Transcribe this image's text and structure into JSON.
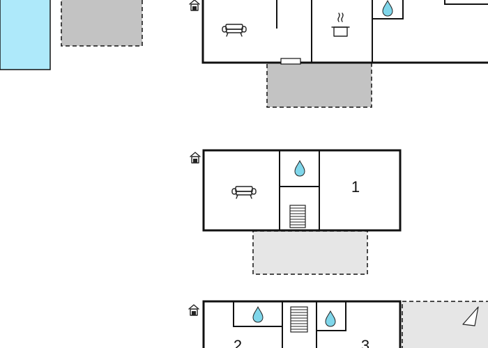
{
  "colors": {
    "pool": "#aee9fa",
    "terrace": "#c3c3c3",
    "terrace_light": "#e6e6e6",
    "wall": "#111111",
    "water_drop": "#7fd6ea"
  },
  "floors": [
    {
      "name": "top-floor",
      "rooms": []
    },
    {
      "name": "middle-floor",
      "rooms": [
        {
          "label": "1"
        }
      ]
    },
    {
      "name": "bottom-floor",
      "rooms": [
        {
          "label": "2"
        },
        {
          "label": "3"
        }
      ]
    }
  ],
  "icons": [
    "house-entrance-icon",
    "sofa-icon",
    "cooking-pot-icon",
    "water-drop-icon",
    "stairs-icon",
    "compass-arrow-icon"
  ]
}
